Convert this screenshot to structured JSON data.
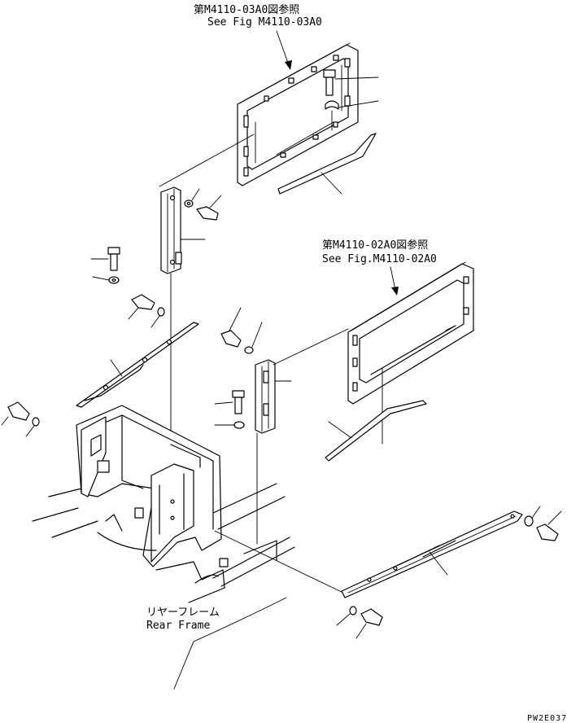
{
  "labels": {
    "ref_upper_jp": "第M4110-03A0図参照",
    "ref_upper_en": "See Fig M4110-03A0",
    "ref_lower_jp": "第M4110-02A0図参照",
    "ref_lower_en": "See Fig.M4110-02A0",
    "frame_jp": "リヤーフレーム",
    "frame_en": "Rear Frame",
    "drawing_code": "PW2E037"
  }
}
